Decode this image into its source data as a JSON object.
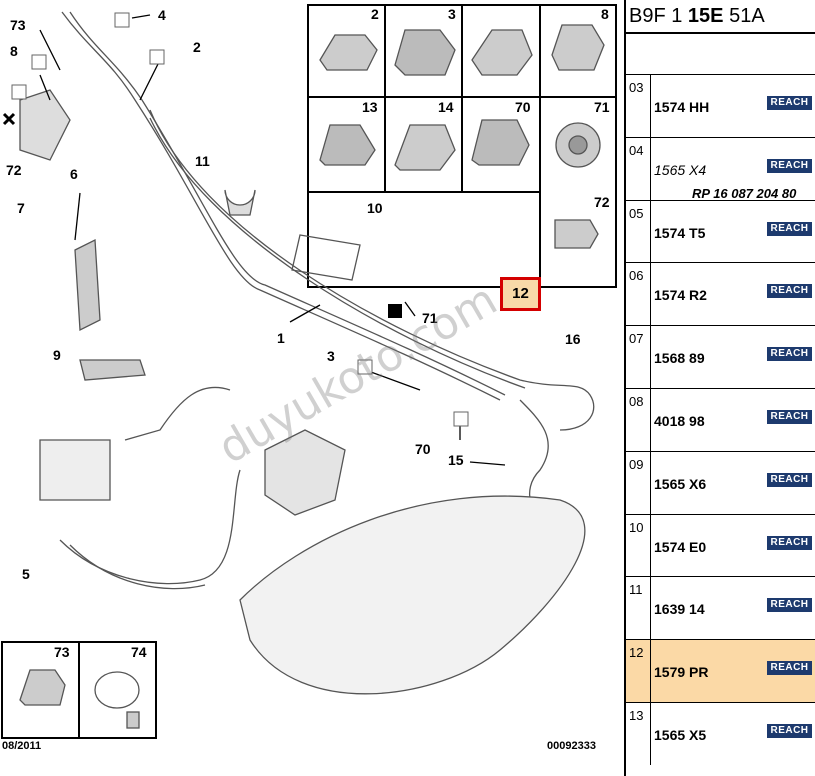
{
  "diagram": {
    "callouts": [
      "73",
      "4",
      "8",
      "2",
      "72",
      "7",
      "6",
      "11",
      "10",
      "1",
      "71",
      "12",
      "16",
      "9",
      "3",
      "70",
      "15",
      "5"
    ],
    "thumbs_top": [
      "2",
      "3",
      "8",
      "13",
      "14",
      "70",
      "71",
      "72"
    ],
    "thumbs_bottom": [
      "73",
      "74"
    ],
    "highlight": "12",
    "date": "08/2011",
    "ref": "00092333",
    "watermark": "duyukoto.com"
  },
  "panel": {
    "header_parts": [
      "B9F 1 ",
      "15E",
      " 51A"
    ],
    "rows": [
      {
        "idx": "03",
        "code": "1574 HH",
        "reach": "REACH",
        "italic": false,
        "sub": ""
      },
      {
        "idx": "04",
        "code": "1565 X4",
        "reach": "REACH",
        "italic": true,
        "sub": "RP 16 087 204 80"
      },
      {
        "idx": "05",
        "code": "1574 T5",
        "reach": "REACH",
        "italic": false,
        "sub": ""
      },
      {
        "idx": "06",
        "code": "1574 R2",
        "reach": "REACH",
        "italic": false,
        "sub": ""
      },
      {
        "idx": "07",
        "code": "1568 89",
        "reach": "REACH",
        "italic": false,
        "sub": ""
      },
      {
        "idx": "08",
        "code": "4018 98",
        "reach": "REACH",
        "italic": false,
        "sub": ""
      },
      {
        "idx": "09",
        "code": "1565 X6",
        "reach": "REACH",
        "italic": false,
        "sub": ""
      },
      {
        "idx": "10",
        "code": "1574 E0",
        "reach": "REACH",
        "italic": false,
        "sub": ""
      },
      {
        "idx": "11",
        "code": "1639 14",
        "reach": "REACH",
        "italic": false,
        "sub": ""
      },
      {
        "idx": "12",
        "code": "1579 PR",
        "reach": "REACH",
        "italic": false,
        "sub": ""
      },
      {
        "idx": "13",
        "code": "1565 X5",
        "reach": "REACH",
        "italic": false,
        "sub": ""
      }
    ],
    "highlight_index": 9
  }
}
